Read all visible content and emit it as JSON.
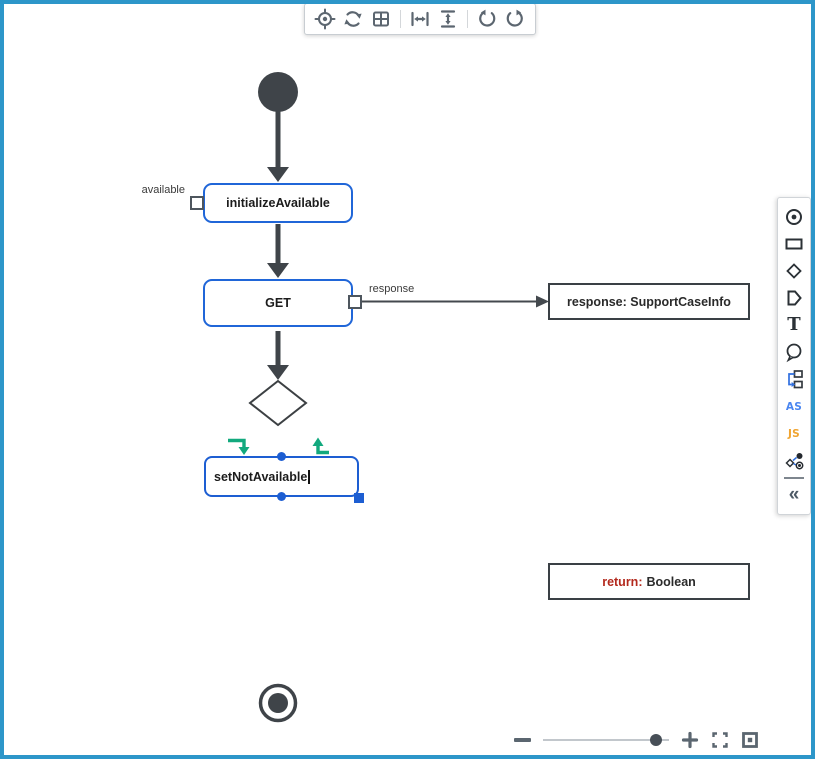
{
  "frame": {
    "color": "#2d96c9"
  },
  "top_toolbar": {
    "tools": [
      {
        "name": "center-view"
      },
      {
        "name": "refresh-layout"
      },
      {
        "name": "grid-view"
      },
      {
        "name": "fit-width"
      },
      {
        "name": "fit-height"
      },
      {
        "name": "undo"
      },
      {
        "name": "redo"
      }
    ]
  },
  "diagram": {
    "nodes": {
      "initialize": {
        "label": "initializeAvailable",
        "port_label": "available"
      },
      "get": {
        "label": "GET",
        "port_label": "response"
      },
      "set_not_available": {
        "label": "setNotAvailable",
        "selected": true,
        "editing": true
      },
      "response_note": {
        "text": "response: SupportCaseInfo"
      },
      "return_note": {
        "keyword": "return:",
        "value": "Boolean"
      }
    },
    "colors": {
      "node_border_blue": "#2066d8",
      "selection_blue": "#1d5ed2",
      "connector_dark": "#3f4449",
      "quick_link_green": "#12a97e",
      "return_keyword_red": "#b3291d"
    }
  },
  "palette": {
    "items": [
      {
        "name": "start-node-tool"
      },
      {
        "name": "action-node-tool"
      },
      {
        "name": "decision-node-tool"
      },
      {
        "name": "pentagon-node-tool"
      },
      {
        "name": "text-tool",
        "glyph": "T"
      },
      {
        "name": "comment-tool"
      },
      {
        "name": "subflow-tool"
      },
      {
        "name": "assignment-tool",
        "glyph": "AS"
      },
      {
        "name": "javascript-tool",
        "glyph": "JS"
      },
      {
        "name": "terminator-nodes-tool"
      },
      {
        "name": "collapse-panel",
        "glyph": "«"
      }
    ]
  },
  "zoom_controls": {
    "slider_position": 0.9
  }
}
